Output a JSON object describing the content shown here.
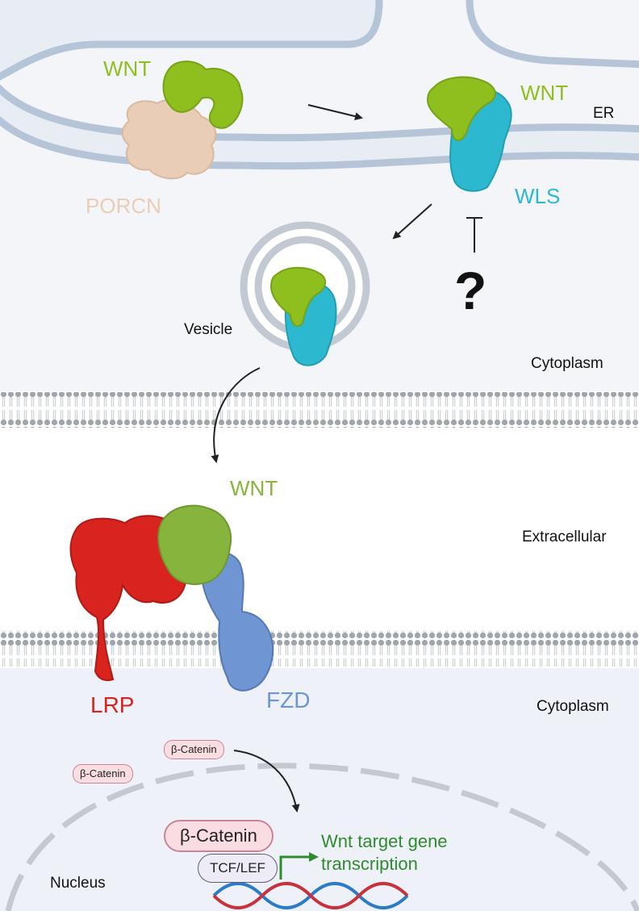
{
  "labels": {
    "wnt_er": "WNT",
    "porcn": "PORCN",
    "wnt_wls": "WNT",
    "er": "ER",
    "wls": "WLS",
    "question": "?",
    "vesicle": "Vesicle",
    "cytoplasm_top": "Cytoplasm",
    "wnt_ext": "WNT",
    "extracellular": "Extracellular",
    "lrp": "LRP",
    "fzd": "FZD",
    "cytoplasm_bottom": "Cytoplasm",
    "beta_catenin_small_1": "β-Catenin",
    "beta_catenin_small_2": "β-Catenin",
    "beta_catenin_large": "β-Catenin",
    "tcf_lef": "TCF/LEF",
    "target_line1": "Wnt target gene",
    "target_line2": "transcription",
    "nucleus": "Nucleus"
  },
  "colors": {
    "wnt": "#8fbf1e",
    "wnt_ext": "#86b43c",
    "porcn": "#e9cdb6",
    "wls": "#2cb9cf",
    "lrp": "#d8231f",
    "fzd": "#6f95d2",
    "beta_catenin_fill": "#f9dde3",
    "target_text": "#2e8b2e",
    "membrane_bead": "#9fa5ad",
    "er_lumen": "#e8edf4",
    "er_wall": "#b6c4d8",
    "cytoplasm_fill": "#eef1f8",
    "dna_blue": "#2c7bc8",
    "dna_red": "#c8323c"
  }
}
